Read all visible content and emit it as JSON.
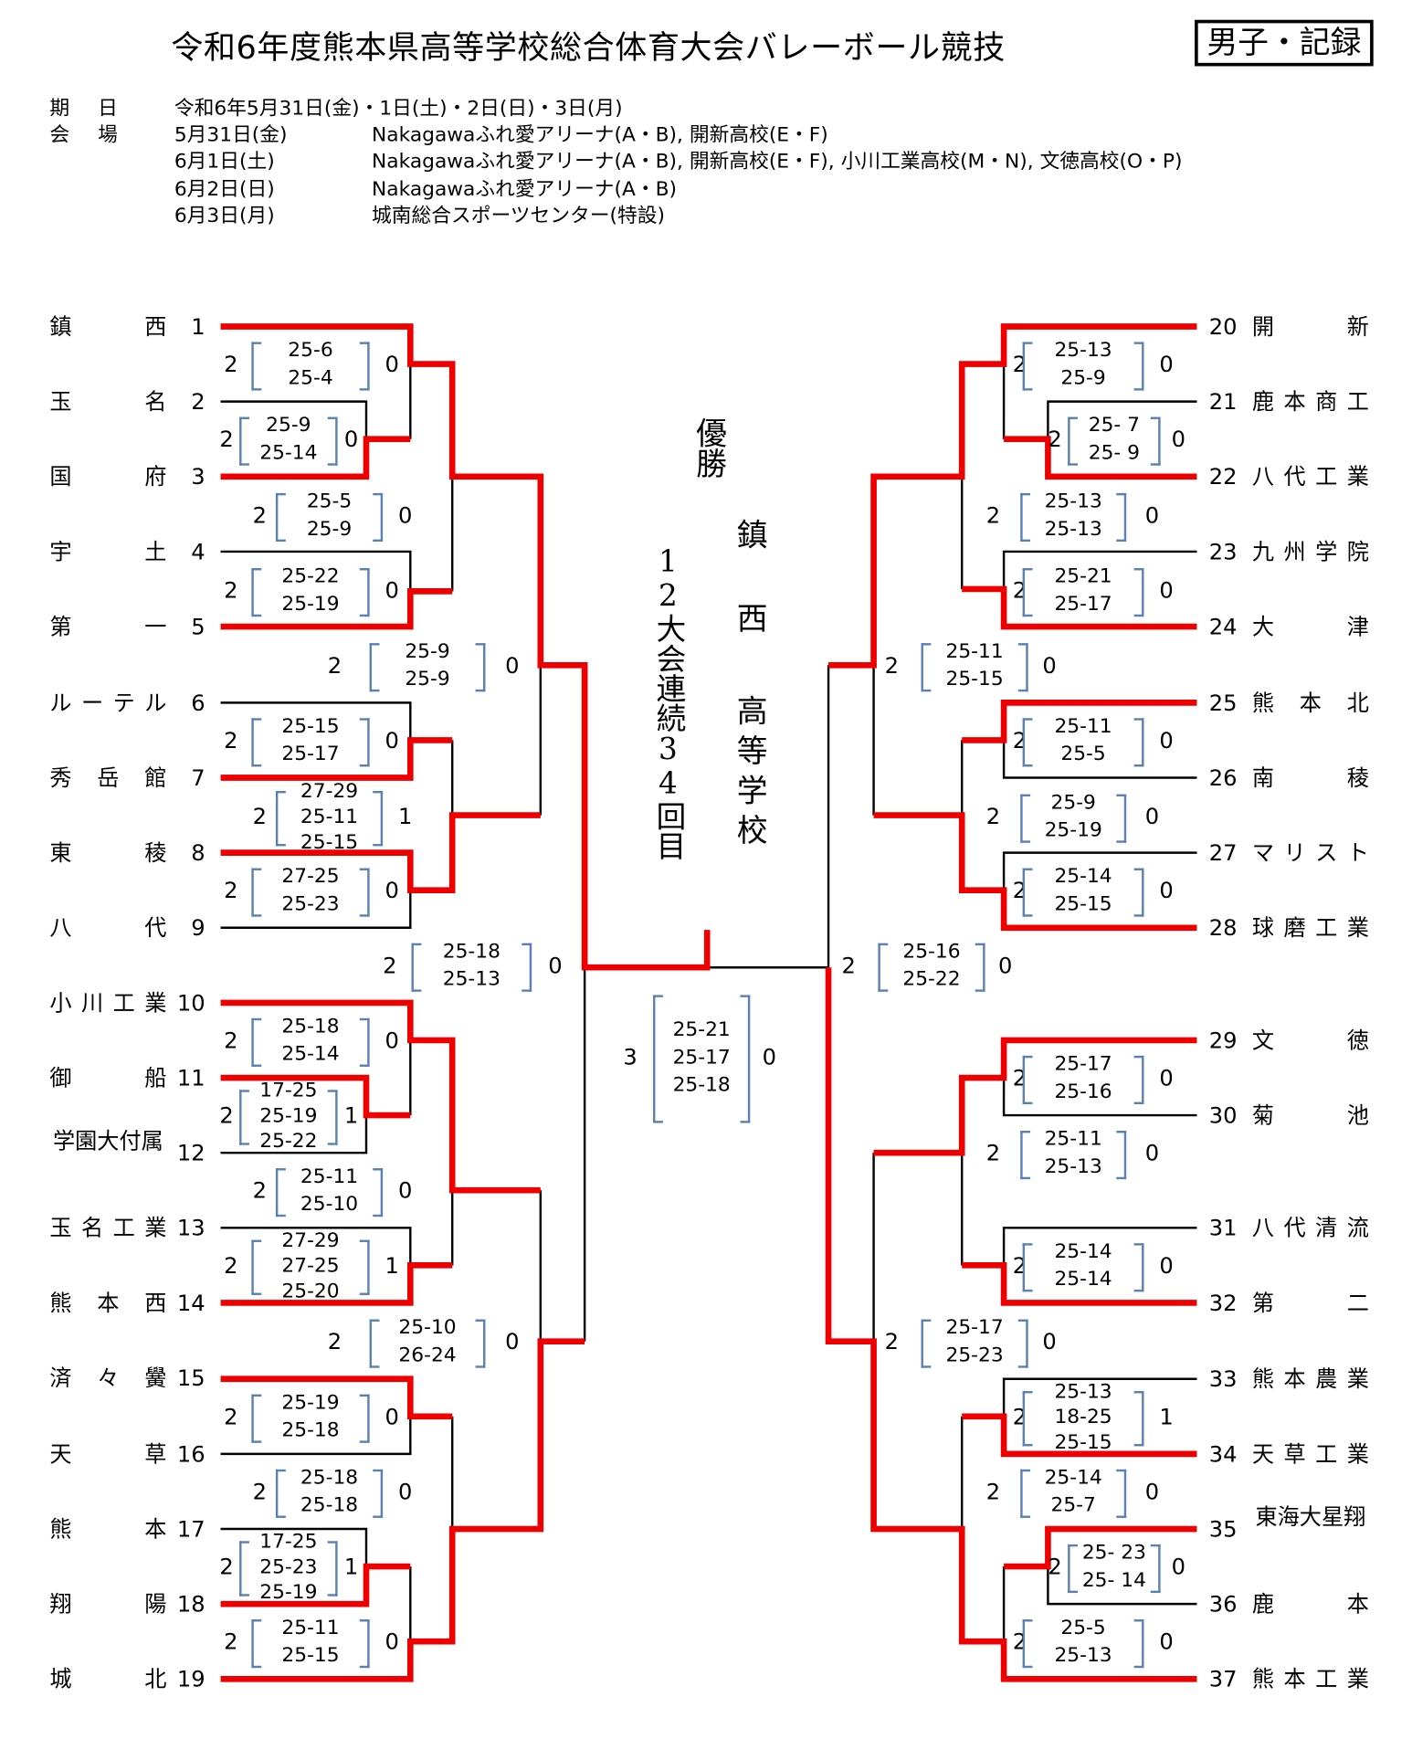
{
  "header": {
    "title": "令和6年度熊本県高等学校総合体育大会バレーボール競技",
    "badge": "男子・記録"
  },
  "schedule": {
    "date_label": "期 日",
    "date_value": "令和6年5月31日(金)・1日(土)・2日(日)・3日(月)",
    "venue_label": "会 場",
    "venues": [
      {
        "date": "5月31日(金)",
        "place": "Nakagawaふれ愛アリーナ(A・B), 開新高校(E・F)"
      },
      {
        "date": "6月1日(土)",
        "place": "Nakagawaふれ愛アリーナ(A・B), 開新高校(E・F), 小川工業高校(M・N), 文徳高校(O・P)"
      },
      {
        "date": "6月2日(日)",
        "place": "Nakagawaふれ愛アリーナ(A・B)"
      },
      {
        "date": "6月3日(月)",
        "place": "城南総合スポーツセンター(特設)"
      }
    ]
  },
  "champion": {
    "label": "優勝",
    "streak": "12大会連続34回目",
    "school_name": "鎮西",
    "school_type": "高等学校"
  },
  "teams_left": [
    {
      "no": "1",
      "name": "鎮西"
    },
    {
      "no": "2",
      "name": "玉名"
    },
    {
      "no": "3",
      "name": "国府"
    },
    {
      "no": "4",
      "name": "宇土"
    },
    {
      "no": "5",
      "name": "第一"
    },
    {
      "no": "6",
      "name": "ルーテル"
    },
    {
      "no": "7",
      "name": "秀岳館"
    },
    {
      "no": "8",
      "name": "東稜"
    },
    {
      "no": "9",
      "name": "八代"
    },
    {
      "no": "10",
      "name": "小川工業"
    },
    {
      "no": "11",
      "name": "御船"
    },
    {
      "no": "12",
      "name": "学園大付属"
    },
    {
      "no": "13",
      "name": "玉名工業"
    },
    {
      "no": "14",
      "name": "熊本西"
    },
    {
      "no": "15",
      "name": "済々黌"
    },
    {
      "no": "16",
      "name": "天草"
    },
    {
      "no": "17",
      "name": "熊本"
    },
    {
      "no": "18",
      "name": "翔陽"
    },
    {
      "no": "19",
      "name": "城北"
    }
  ],
  "teams_right": [
    {
      "no": "20",
      "name": "開新"
    },
    {
      "no": "21",
      "name": "鹿本商工"
    },
    {
      "no": "22",
      "name": "八代工業"
    },
    {
      "no": "23",
      "name": "九州学院"
    },
    {
      "no": "24",
      "name": "大津"
    },
    {
      "no": "25",
      "name": "熊本北"
    },
    {
      "no": "26",
      "name": "南稜"
    },
    {
      "no": "27",
      "name": "マリスト"
    },
    {
      "no": "28",
      "name": "球磨工業"
    },
    {
      "no": "29",
      "name": "文徳"
    },
    {
      "no": "30",
      "name": "菊池"
    },
    {
      "no": "31",
      "name": "八代清流"
    },
    {
      "no": "32",
      "name": "第二"
    },
    {
      "no": "33",
      "name": "熊本農業"
    },
    {
      "no": "34",
      "name": "天草工業"
    },
    {
      "no": "35",
      "name": "東海大星翔"
    },
    {
      "no": "36",
      "name": "鹿本"
    },
    {
      "no": "37",
      "name": "熊本工業"
    }
  ],
  "matches": [
    {
      "left": "2",
      "right": "0",
      "sets": [
        "25-6",
        "25-4"
      ]
    },
    {
      "left": "2",
      "right": "0",
      "sets": [
        "25-9",
        "25-14"
      ]
    },
    {
      "left": "2",
      "right": "0",
      "sets": [
        "25-5",
        "25-9"
      ]
    },
    {
      "left": "2",
      "right": "0",
      "sets": [
        "25-22",
        "25-19"
      ]
    },
    {
      "left": "2",
      "right": "0",
      "sets": [
        "25-9",
        "25-9"
      ]
    },
    {
      "left": "2",
      "right": "0",
      "sets": [
        "25-15",
        "25-17"
      ]
    },
    {
      "left": "2",
      "right": "1",
      "sets": [
        "27-29",
        "25-11",
        "25-15"
      ]
    },
    {
      "left": "2",
      "right": "0",
      "sets": [
        "27-25",
        "25-23"
      ]
    },
    {
      "left": "2",
      "right": "0",
      "sets": [
        "25-18",
        "25-13"
      ]
    },
    {
      "left": "2",
      "right": "0",
      "sets": [
        "25-18",
        "25-14"
      ]
    },
    {
      "left": "2",
      "right": "1",
      "sets": [
        "17-25",
        "25-19",
        "25-22"
      ]
    },
    {
      "left": "2",
      "right": "0",
      "sets": [
        "25-11",
        "25-10"
      ]
    },
    {
      "left": "2",
      "right": "1",
      "sets": [
        "27-29",
        "27-25",
        "25-20"
      ]
    },
    {
      "left": "2",
      "right": "0",
      "sets": [
        "25-10",
        "26-24"
      ]
    },
    {
      "left": "2",
      "right": "0",
      "sets": [
        "25-19",
        "25-18"
      ]
    },
    {
      "left": "2",
      "right": "0",
      "sets": [
        "25-18",
        "25-18"
      ]
    },
    {
      "left": "2",
      "right": "1",
      "sets": [
        "17-25",
        "25-23",
        "25-19"
      ]
    },
    {
      "left": "2",
      "right": "0",
      "sets": [
        "25-11",
        "25-15"
      ]
    },
    {
      "left": "3",
      "right": "0",
      "sets": [
        "25-21",
        "25-17",
        "25-18"
      ]
    },
    {
      "left": "2",
      "right": "0",
      "sets": [
        "25-13",
        "25-9"
      ]
    },
    {
      "left": "2",
      "right": "0",
      "sets": [
        "25- 7",
        "25- 9"
      ]
    },
    {
      "left": "2",
      "right": "0",
      "sets": [
        "25-13",
        "25-13"
      ]
    },
    {
      "left": "2",
      "right": "0",
      "sets": [
        "25-21",
        "25-17"
      ]
    },
    {
      "left": "2",
      "right": "0",
      "sets": [
        "25-11",
        "25-15"
      ]
    },
    {
      "left": "2",
      "right": "0",
      "sets": [
        "25-11",
        "25-5"
      ]
    },
    {
      "left": "2",
      "right": "0",
      "sets": [
        "25-9",
        "25-19"
      ]
    },
    {
      "left": "2",
      "right": "0",
      "sets": [
        "25-14",
        "25-15"
      ]
    },
    {
      "left": "2",
      "right": "0",
      "sets": [
        "25-16",
        "25-22"
      ]
    },
    {
      "left": "2",
      "right": "0",
      "sets": [
        "25-17",
        "25-16"
      ]
    },
    {
      "left": "2",
      "right": "0",
      "sets": [
        "25-11",
        "25-13"
      ]
    },
    {
      "left": "2",
      "right": "0",
      "sets": [
        "25-14",
        "25-14"
      ]
    },
    {
      "left": "2",
      "right": "0",
      "sets": [
        "25-17",
        "25-23"
      ]
    },
    {
      "left": "2",
      "right": "1",
      "sets": [
        "25-13",
        "18-25",
        "25-15"
      ]
    },
    {
      "left": "2",
      "right": "0",
      "sets": [
        "25-14",
        "25-7"
      ]
    },
    {
      "left": "2",
      "right": "0",
      "sets": [
        "25- 23",
        "25- 14"
      ]
    },
    {
      "left": "2",
      "right": "0",
      "sets": [
        "25-5",
        "25-13"
      ]
    }
  ],
  "colors": {
    "winner_line": "#ee0000",
    "line": "#000000",
    "bracket": "#5b80b4"
  }
}
